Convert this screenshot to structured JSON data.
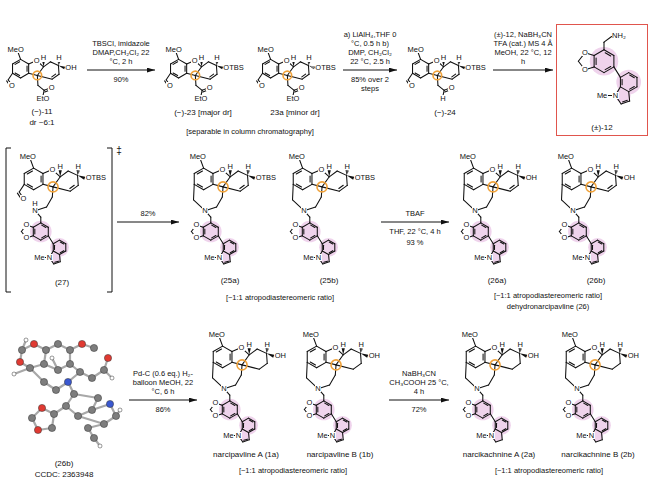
{
  "diagram": {
    "nodes": [
      {
        "text": [
          "(−)-11",
          "dr ~6:1"
        ]
      },
      {
        "text": [
          "(−)-23 [major dr]"
        ]
      },
      {
        "text": [
          "23a [minor dr]"
        ]
      },
      {
        "text": [
          "(−)-24"
        ]
      },
      {
        "text": [
          "(±)-12"
        ]
      },
      {
        "text": [
          "(27)"
        ]
      },
      {
        "text": [
          "(25a)"
        ]
      },
      {
        "text": [
          "(25b)"
        ]
      },
      {
        "text": [
          "(26a)"
        ]
      },
      {
        "text": [
          "(26b)"
        ]
      },
      {
        "text": [
          "(26b)",
          "CCDC: 2363948"
        ]
      },
      {
        "text": [
          "narcipavline A (1a)"
        ]
      },
      {
        "text": [
          "narcipavline B (1b)"
        ]
      },
      {
        "text": [
          "narcikachnine A (2a)"
        ]
      },
      {
        "text": [
          "narcikachnine B (2b)"
        ]
      }
    ],
    "edges": [
      {
        "from": 0,
        "to": 1,
        "arrow": "to",
        "label": "TBSCl, imidazole DMAP,CH₂Cl₂ 22 °C, 2 h"
      },
      {
        "from": 2,
        "to": 3,
        "arrow": "to",
        "label": "a) LiAlH₄,THF 0 °C, 0.5 h b) DMP, CH₂Cl₂ 22 °C, 2.5 h"
      },
      {
        "from": 3,
        "to": 4,
        "arrow": "to",
        "label": "(±)-12, NaBH₃CN TFA (cat.) MS 4 Å MeOH, 22 °C, 12 h"
      },
      {
        "from": 5,
        "to": 6,
        "arrow": "to",
        "label": "82%"
      },
      {
        "from": 7,
        "to": 8,
        "arrow": "to",
        "label": "TBAF"
      },
      {
        "from": 10,
        "to": 11,
        "arrow": "to",
        "label": "Pd-C (0.6 eq.) H₂- balloon MeOH, 22 °C, 6 h"
      },
      {
        "from": 12,
        "to": 13,
        "arrow": "to",
        "label": "NaBH₃CN CH₃COOH 25 °C, 4 h"
      }
    ],
    "labels": [
      "90%",
      "[separable in column chromatography]",
      "85% over 2 steps",
      "‡",
      "THF, 22 °C, 4 h",
      "93 %",
      "[~1:1 atropodiastereomeric ratio]",
      "[~1:1 atropodiastereomeric ratio]",
      "dehydronarcipavline (26)",
      "86%",
      "[~1:1 atropodiastereomeric ratio]",
      "72%",
      "[~1:1 atropodiastereomeric ratio]",
      "MeO",
      "O",
      "H",
      "OH",
      "H",
      "O",
      "O",
      "EtO",
      "MeO",
      "O",
      "H",
      "OTBS",
      "H",
      "O",
      "O",
      "EtO",
      "MeO",
      "O",
      "H",
      "OTBS",
      "H",
      "O",
      "O",
      "EtO",
      "MeO",
      "O",
      "H",
      "OTBS",
      "H",
      "O",
      "O",
      "H",
      "NH₂",
      "O",
      "O",
      "N",
      "Me",
      "MeO",
      "O",
      "H",
      "OTBS",
      "H",
      "O",
      "H",
      "N",
      "O",
      "O",
      "N",
      "Me",
      "MeO",
      "O",
      "H",
      "OTBS",
      "H",
      "N",
      "O",
      "O",
      "N",
      "Me",
      "MeO",
      "O",
      "H",
      "OTBS",
      "H",
      "N",
      "O",
      "O",
      "N",
      "Me",
      "MeO",
      "O",
      "H",
      "OH",
      "H",
      "N",
      "O",
      "O",
      "N",
      "Me",
      "MeO",
      "O",
      "H",
      "OH",
      "H",
      "N",
      "O",
      "O",
      "N",
      "Me",
      "MeO",
      "O",
      "H",
      "OH",
      "H",
      "N",
      "O",
      "O",
      "N",
      "Me",
      "MeO",
      "O",
      "H",
      "OH",
      "H",
      "N",
      "O",
      "O",
      "N",
      "Me",
      "MeO",
      "O",
      "H",
      "OH",
      "H",
      "N",
      "O",
      "O",
      "N",
      "Me",
      "MeO",
      "O",
      "H",
      "OH",
      "H",
      "N",
      "O",
      "O",
      "N",
      "Me"
    ]
  }
}
